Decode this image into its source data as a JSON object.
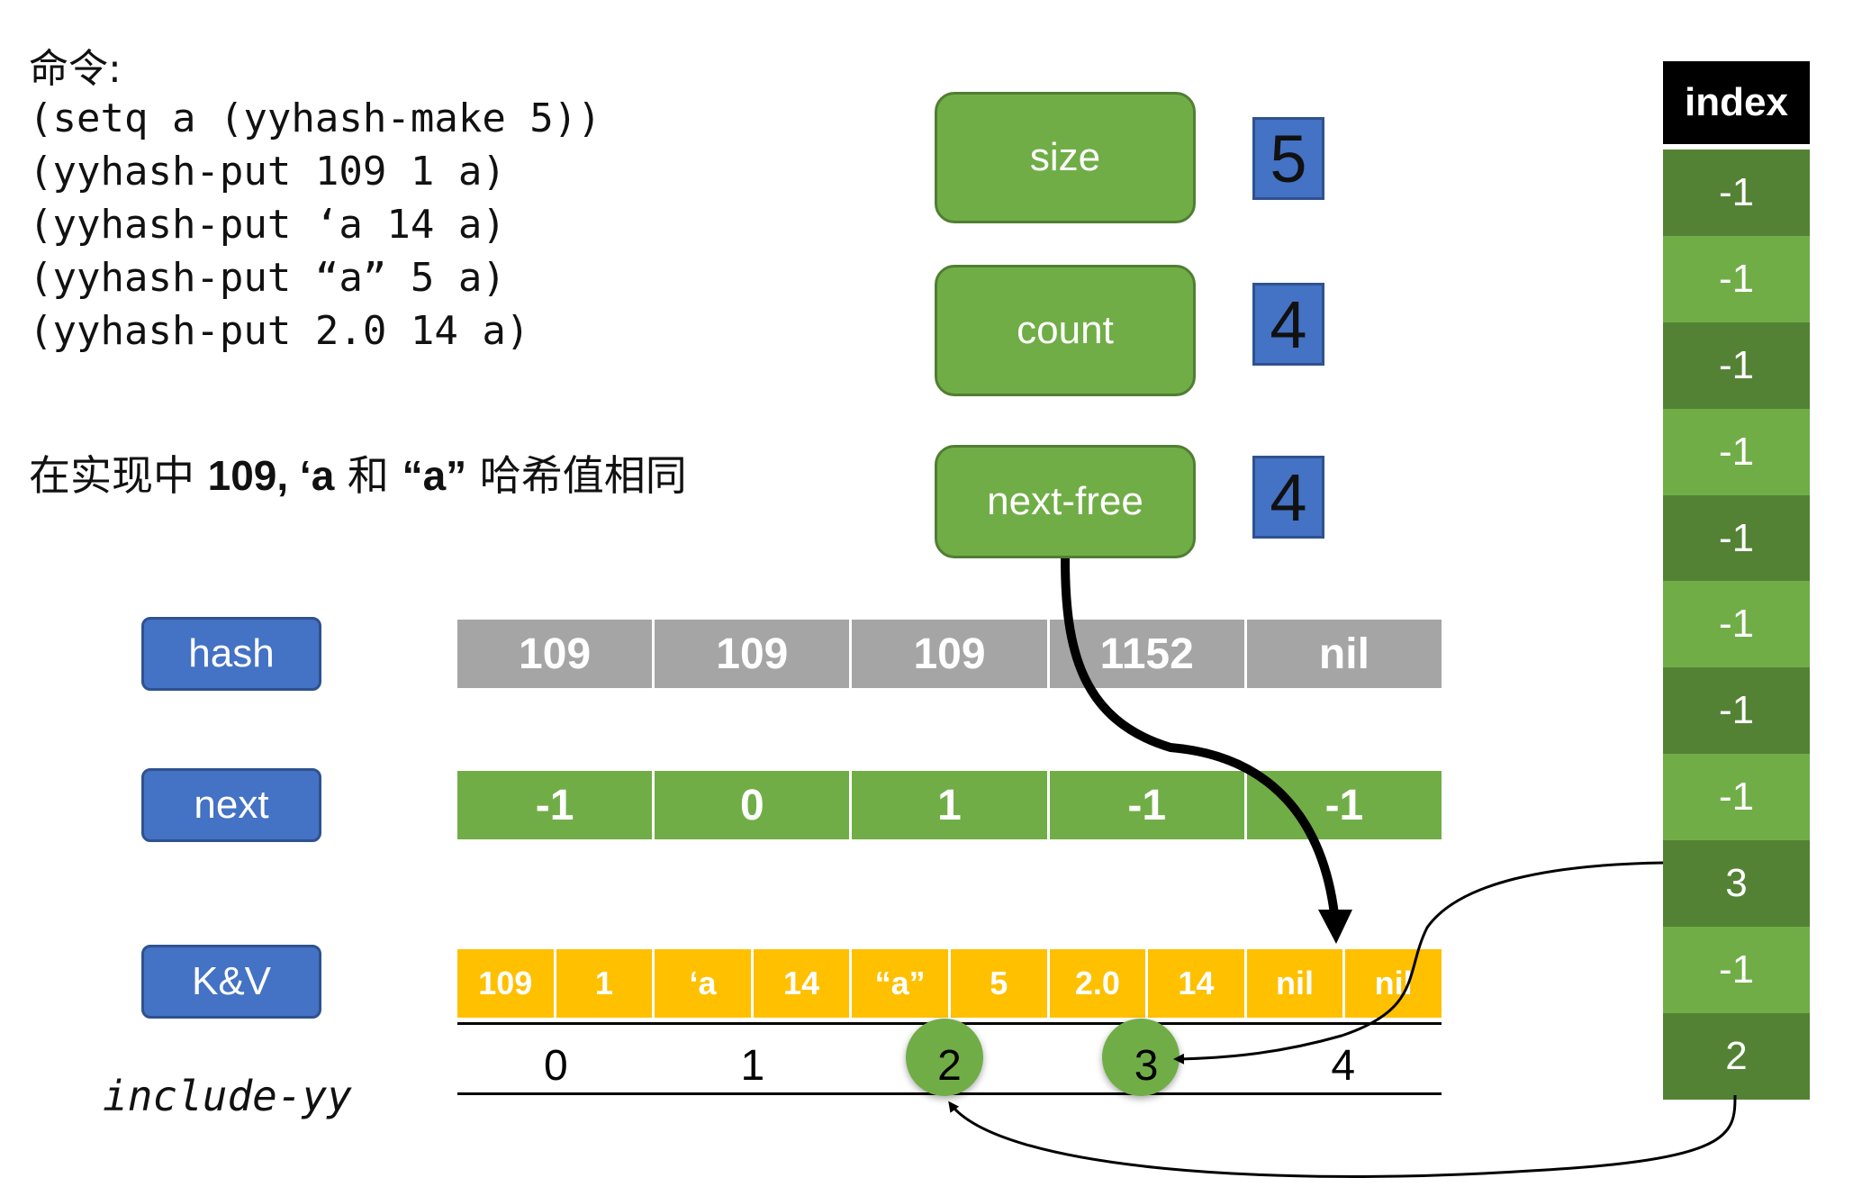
{
  "commands": {
    "title": "命令:",
    "lines": [
      "(setq a (yyhash-make 5))",
      "(yyhash-put 109 1 a)",
      "(yyhash-put ‘a 14 a)",
      "(yyhash-put “a” 5 a)",
      "(yyhash-put 2.0 14 a)"
    ]
  },
  "note": {
    "prefix": "在实现中 ",
    "bold1": "109, ‘a",
    "mid": " 和 ",
    "bold2": "“a”",
    "suffix": " 哈希值相同"
  },
  "fields": {
    "size": {
      "label": "size",
      "value": "5"
    },
    "count": {
      "label": "count",
      "value": "4"
    },
    "next_free": {
      "label": "next-free",
      "value": "4"
    }
  },
  "index": {
    "header": "index",
    "values": [
      "-1",
      "-1",
      "-1",
      "-1",
      "-1",
      "-1",
      "-1",
      "-1",
      "3",
      "-1",
      "2"
    ]
  },
  "rows": {
    "hash": {
      "label": "hash",
      "values": [
        "109",
        "109",
        "109",
        "1152",
        "nil"
      ]
    },
    "next": {
      "label": "next",
      "values": [
        "-1",
        "0",
        "1",
        "-1",
        "-1"
      ]
    },
    "kv": {
      "label": "K&V",
      "values": [
        "109",
        "1",
        "‘a",
        "14",
        "“a”",
        "5",
        "2.0",
        "14",
        "nil",
        "nil"
      ]
    }
  },
  "slot_indices": [
    "0",
    "1",
    "2",
    "3",
    "4"
  ],
  "footer_label": "include-yy",
  "colors": {
    "green": "#70ad47",
    "dark_green": "#548235",
    "blue": "#4472c4",
    "gray": "#a5a5a5",
    "yellow": "#ffc000"
  }
}
